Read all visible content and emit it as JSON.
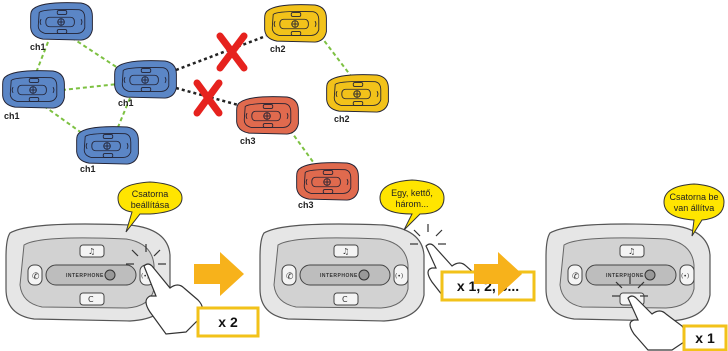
{
  "network": {
    "colors": {
      "blue": "#5b86c6",
      "yellow": "#f2c21a",
      "red": "#e06a4e",
      "link": "#7dc142",
      "broken_link": "#222222",
      "cross": "#e6221e"
    },
    "nodes": [
      {
        "id": "n1",
        "color": "blue",
        "label": "ch1"
      },
      {
        "id": "n2",
        "color": "blue",
        "label": "ch1"
      },
      {
        "id": "n3",
        "color": "blue",
        "label": "ch1"
      },
      {
        "id": "n4",
        "color": "blue",
        "label": "ch1"
      },
      {
        "id": "n5",
        "color": "yellow",
        "label": "ch2"
      },
      {
        "id": "n6",
        "color": "yellow",
        "label": "ch2"
      },
      {
        "id": "n7",
        "color": "red",
        "label": "ch3"
      },
      {
        "id": "n8",
        "color": "red",
        "label": "ch3"
      }
    ]
  },
  "steps": [
    {
      "bubble": [
        "Csatorna",
        "beállítása"
      ],
      "count": "x 2"
    },
    {
      "bubble": [
        "Egy, kettő,",
        "három..."
      ],
      "count": "x 1, 2, 3..."
    },
    {
      "bubble": [
        "Csatorna be",
        "van állítva"
      ],
      "count": "x 1"
    }
  ],
  "device": {
    "brand": "INTERPHONE"
  },
  "accent_colors": {
    "arrow": "#f7b21b",
    "bubble": "#ffe500",
    "count_border": "#f2c21a"
  }
}
